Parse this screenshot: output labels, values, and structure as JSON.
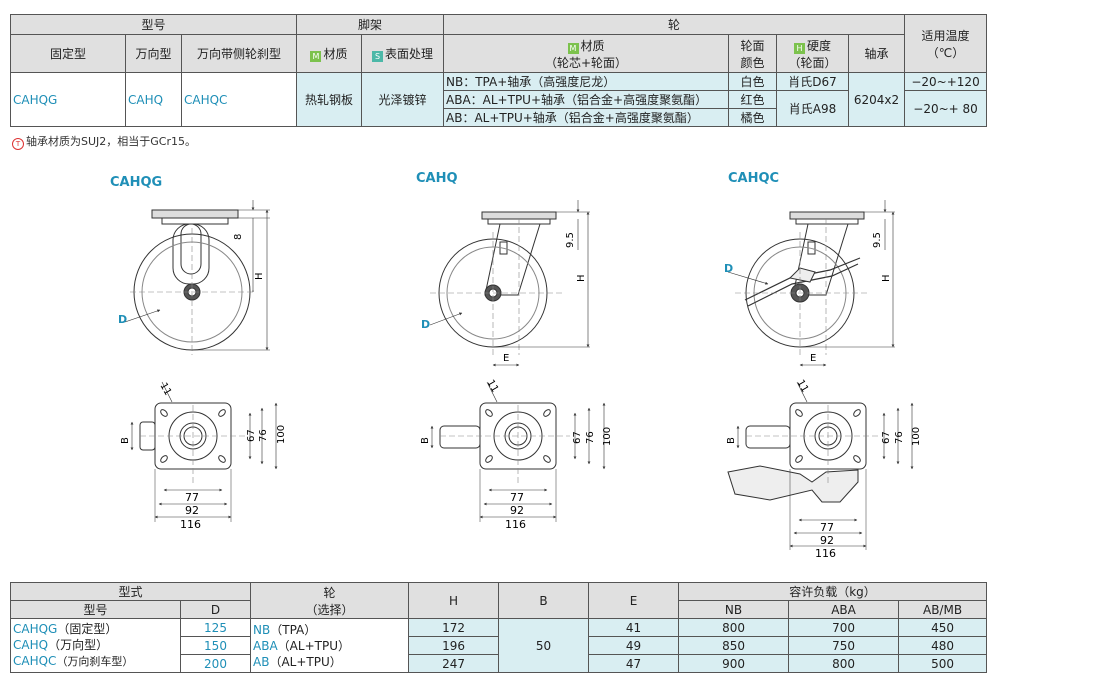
{
  "spec_table": {
    "group_headers": {
      "model": "型号",
      "frame": "脚架",
      "wheel": "轮",
      "temp": "适用温度",
      "temp_unit": "（℃）"
    },
    "sub_headers": {
      "fixed": "固定型",
      "swivel": "万向型",
      "swivel_brake": "万向带侧轮刹型",
      "frame_material": "材质",
      "frame_surface": "表面处理",
      "wheel_material_1": "材质",
      "wheel_material_2": "（轮芯+轮面）",
      "face_color_1": "轮面",
      "face_color_2": "颜色",
      "hardness_1": "硬度",
      "hardness_2": "（轮面）",
      "bearing": "轴承"
    },
    "badges": {
      "m": "M",
      "s": "S",
      "h": "H"
    },
    "models": {
      "fixed": "CAHQG",
      "swivel": "CAHQ",
      "brake": "CAHQC"
    },
    "frame_material": "热轧钢板",
    "frame_surface": "光泽镀锌",
    "wheels": [
      {
        "material": "NB：TPA+轴承（高强度尼龙）",
        "color": "白色",
        "hardness": "肖氏D67"
      },
      {
        "material": "ABA：AL+TPU+轴承（铝合金+高强度聚氨酯）",
        "color": "红色",
        "hardness": "肖氏A98"
      },
      {
        "material": "AB：AL+TPU+轴承（铝合金+高强度聚氨酯）",
        "color": "橘色",
        "hardness": ""
      }
    ],
    "bearing": "6204x2",
    "temps": [
      "−20~+120",
      "−20~+ 80"
    ]
  },
  "note": {
    "marker": "T",
    "text": "轴承材质为SUJ2，相当于GCr15。"
  },
  "drawings": {
    "labels": [
      "CAHQG",
      "CAHQ",
      "CAHQC"
    ],
    "dims": {
      "h": "H",
      "d": "D",
      "e": "E",
      "b": "B",
      "top_fixed": "8",
      "top_swivel": "9.5",
      "hole": "11",
      "d67": "67",
      "d76": "76",
      "d100": "100",
      "d77": "77",
      "d92": "92",
      "d116": "116"
    }
  },
  "load_table": {
    "headers": {
      "type": "型式",
      "model": "型号",
      "d": "D",
      "wheel": "轮",
      "wheel_sub": "（选择）",
      "h": "H",
      "b": "B",
      "e": "E",
      "load": "容许负载（kg）",
      "nb": "NB",
      "aba": "ABA",
      "abmb": "AB/MB"
    },
    "models": [
      {
        "code": "CAHQG",
        "desc": "（固定型）"
      },
      {
        "code": "CAHQ",
        "desc": "（万向型）"
      },
      {
        "code": "CAHQC",
        "desc": "（万向刹车型）"
      }
    ],
    "d_values": [
      "125",
      "150",
      "200"
    ],
    "wheels": [
      {
        "code": "NB",
        "desc": "（TPA）"
      },
      {
        "code": "ABA",
        "desc": "（AL+TPU）"
      },
      {
        "code": "AB",
        "desc": "（AL+TPU）"
      }
    ],
    "h_values": [
      "172",
      "196",
      "247"
    ],
    "b_value": "50",
    "e_values": [
      "41",
      "49",
      "47"
    ],
    "nb": [
      "800",
      "850",
      "900"
    ],
    "aba": [
      "700",
      "750",
      "800"
    ],
    "abmb": [
      "450",
      "480",
      "500"
    ]
  }
}
